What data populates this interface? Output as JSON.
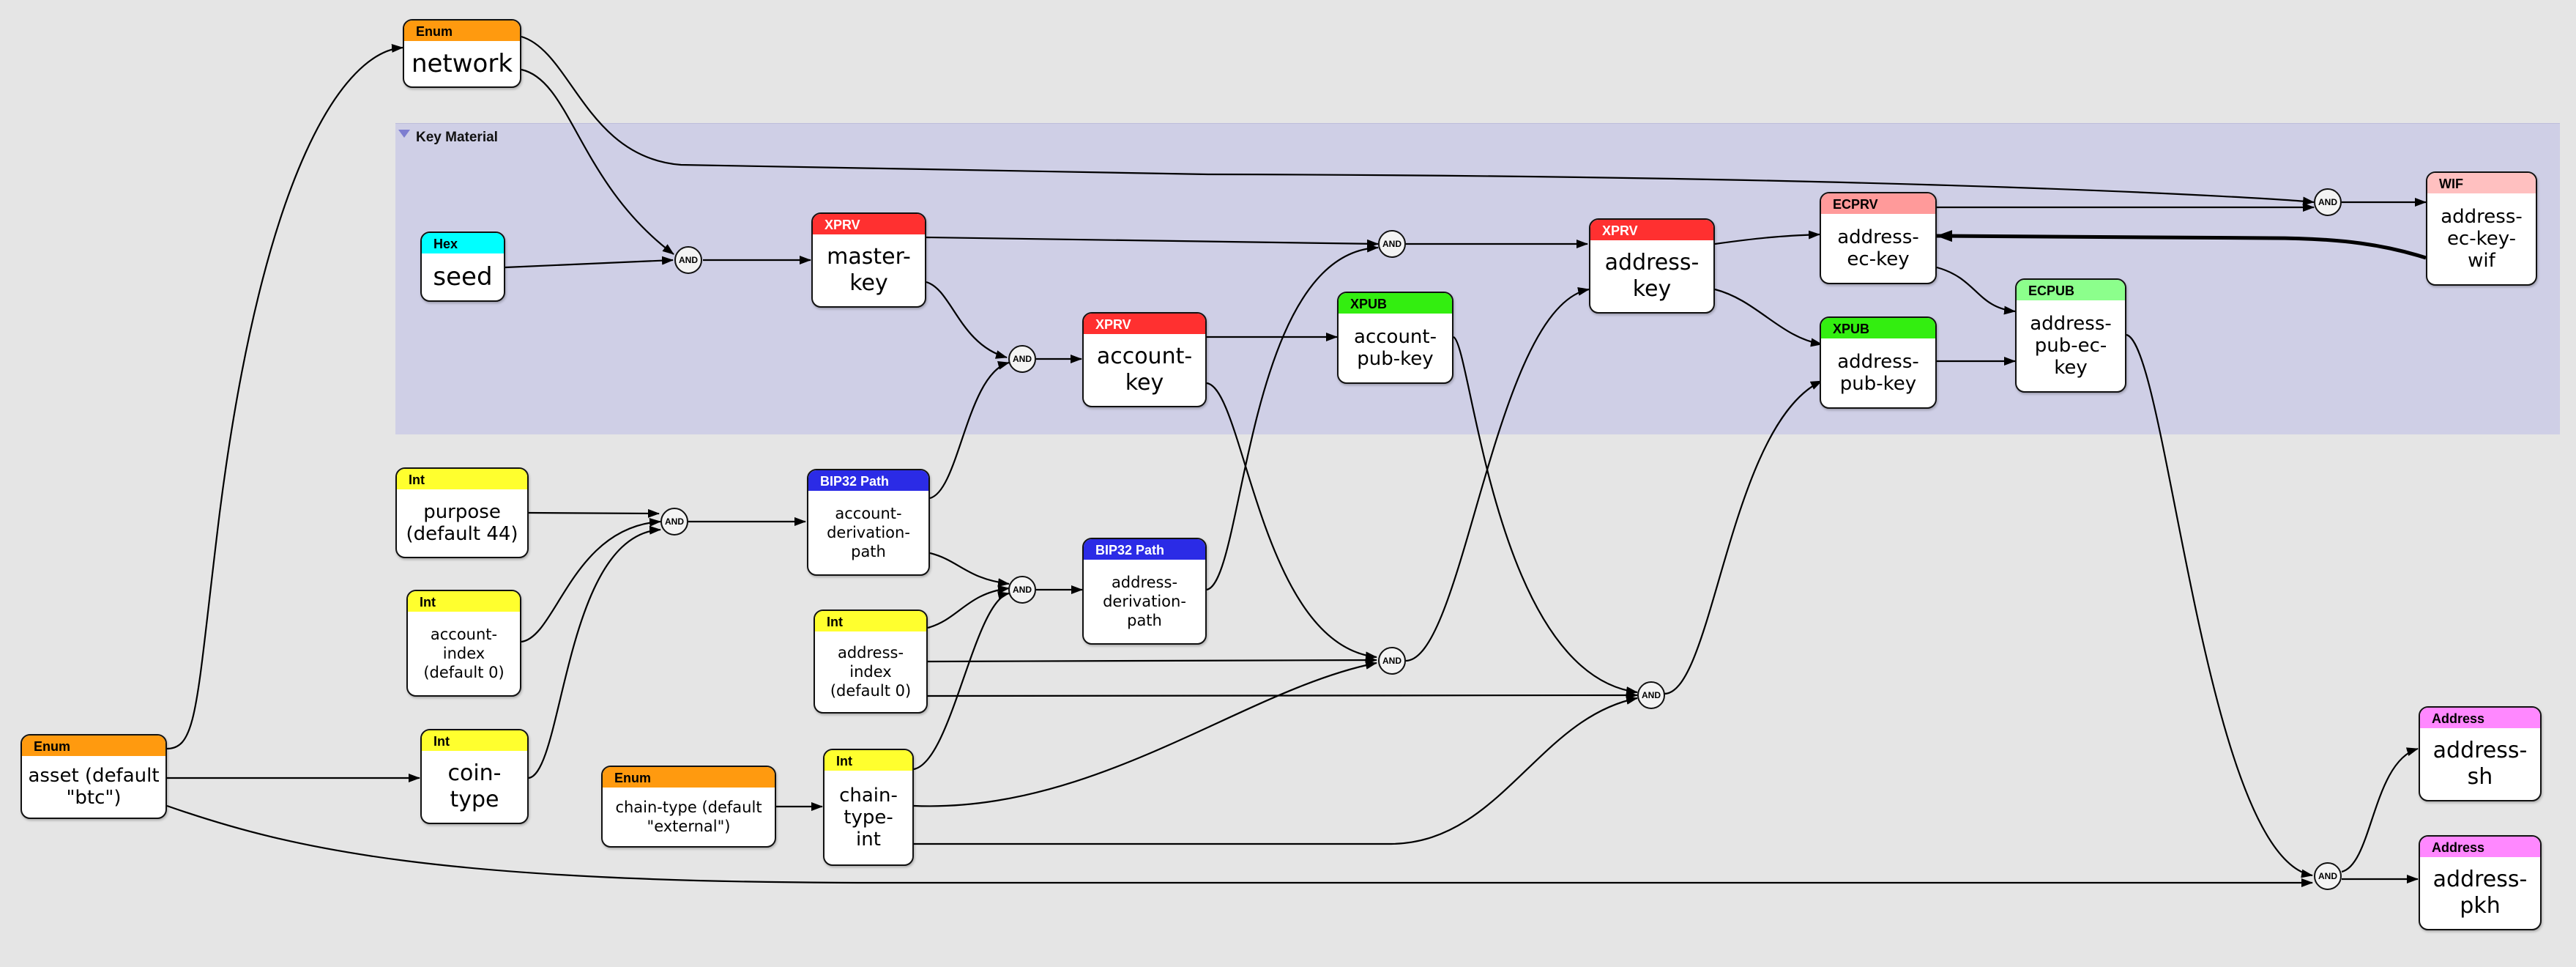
{
  "colors": {
    "enum": "#ff9a0f",
    "hex": "#00ffff",
    "int": "#ffff2e",
    "xprv": "#ff3030",
    "xpub": "#33ee10",
    "ecprv": "#ff9a9a",
    "ecpub": "#8cff8c",
    "wif": "#ffc0c0",
    "bip32": "#2b2be6",
    "address": "#ff88ff"
  },
  "group": {
    "title": "Key Material"
  },
  "gate_label": "AND",
  "nodes": {
    "network": {
      "type": "Enum",
      "label": "network"
    },
    "asset": {
      "type": "Enum",
      "label": "asset (default\n\"btc\")"
    },
    "seed": {
      "type": "Hex",
      "label": "seed"
    },
    "master_key": {
      "type": "XPRV",
      "label": "master-\nkey"
    },
    "account_key": {
      "type": "XPRV",
      "label": "account-\nkey"
    },
    "account_pub_key": {
      "type": "XPUB",
      "label": "account-\npub-key"
    },
    "address_key": {
      "type": "XPRV",
      "label": "address-\nkey"
    },
    "address_ec_key": {
      "type": "ECPRV",
      "label": "address-\nec-key"
    },
    "address_pub_key": {
      "type": "XPUB",
      "label": "address-\npub-key"
    },
    "address_pub_ec_key": {
      "type": "ECPUB",
      "label": "address-\npub-ec-\nkey"
    },
    "address_ec_key_wif": {
      "type": "WIF",
      "label": "address-\nec-key-\nwif"
    },
    "purpose": {
      "type": "Int",
      "label": "purpose\n(default 44)"
    },
    "account_index": {
      "type": "Int",
      "label": "account-\nindex\n(default 0)"
    },
    "coin_type": {
      "type": "Int",
      "label": "coin-\ntype"
    },
    "account_derivation_path": {
      "type": "BIP32 Path",
      "label": "account-\nderivation-\npath"
    },
    "address_derivation_path": {
      "type": "BIP32 Path",
      "label": "address-\nderivation-\npath"
    },
    "address_index": {
      "type": "Int",
      "label": "address-\nindex\n(default 0)"
    },
    "chain_type": {
      "type": "Enum",
      "label": "chain-type (default\n\"external\")"
    },
    "chain_type_int": {
      "type": "Int",
      "label": "chain-\ntype-\nint"
    },
    "address_sh": {
      "type": "Address",
      "label": "address-\nsh"
    },
    "address_pkh": {
      "type": "Address",
      "label": "address-\npkh"
    }
  }
}
